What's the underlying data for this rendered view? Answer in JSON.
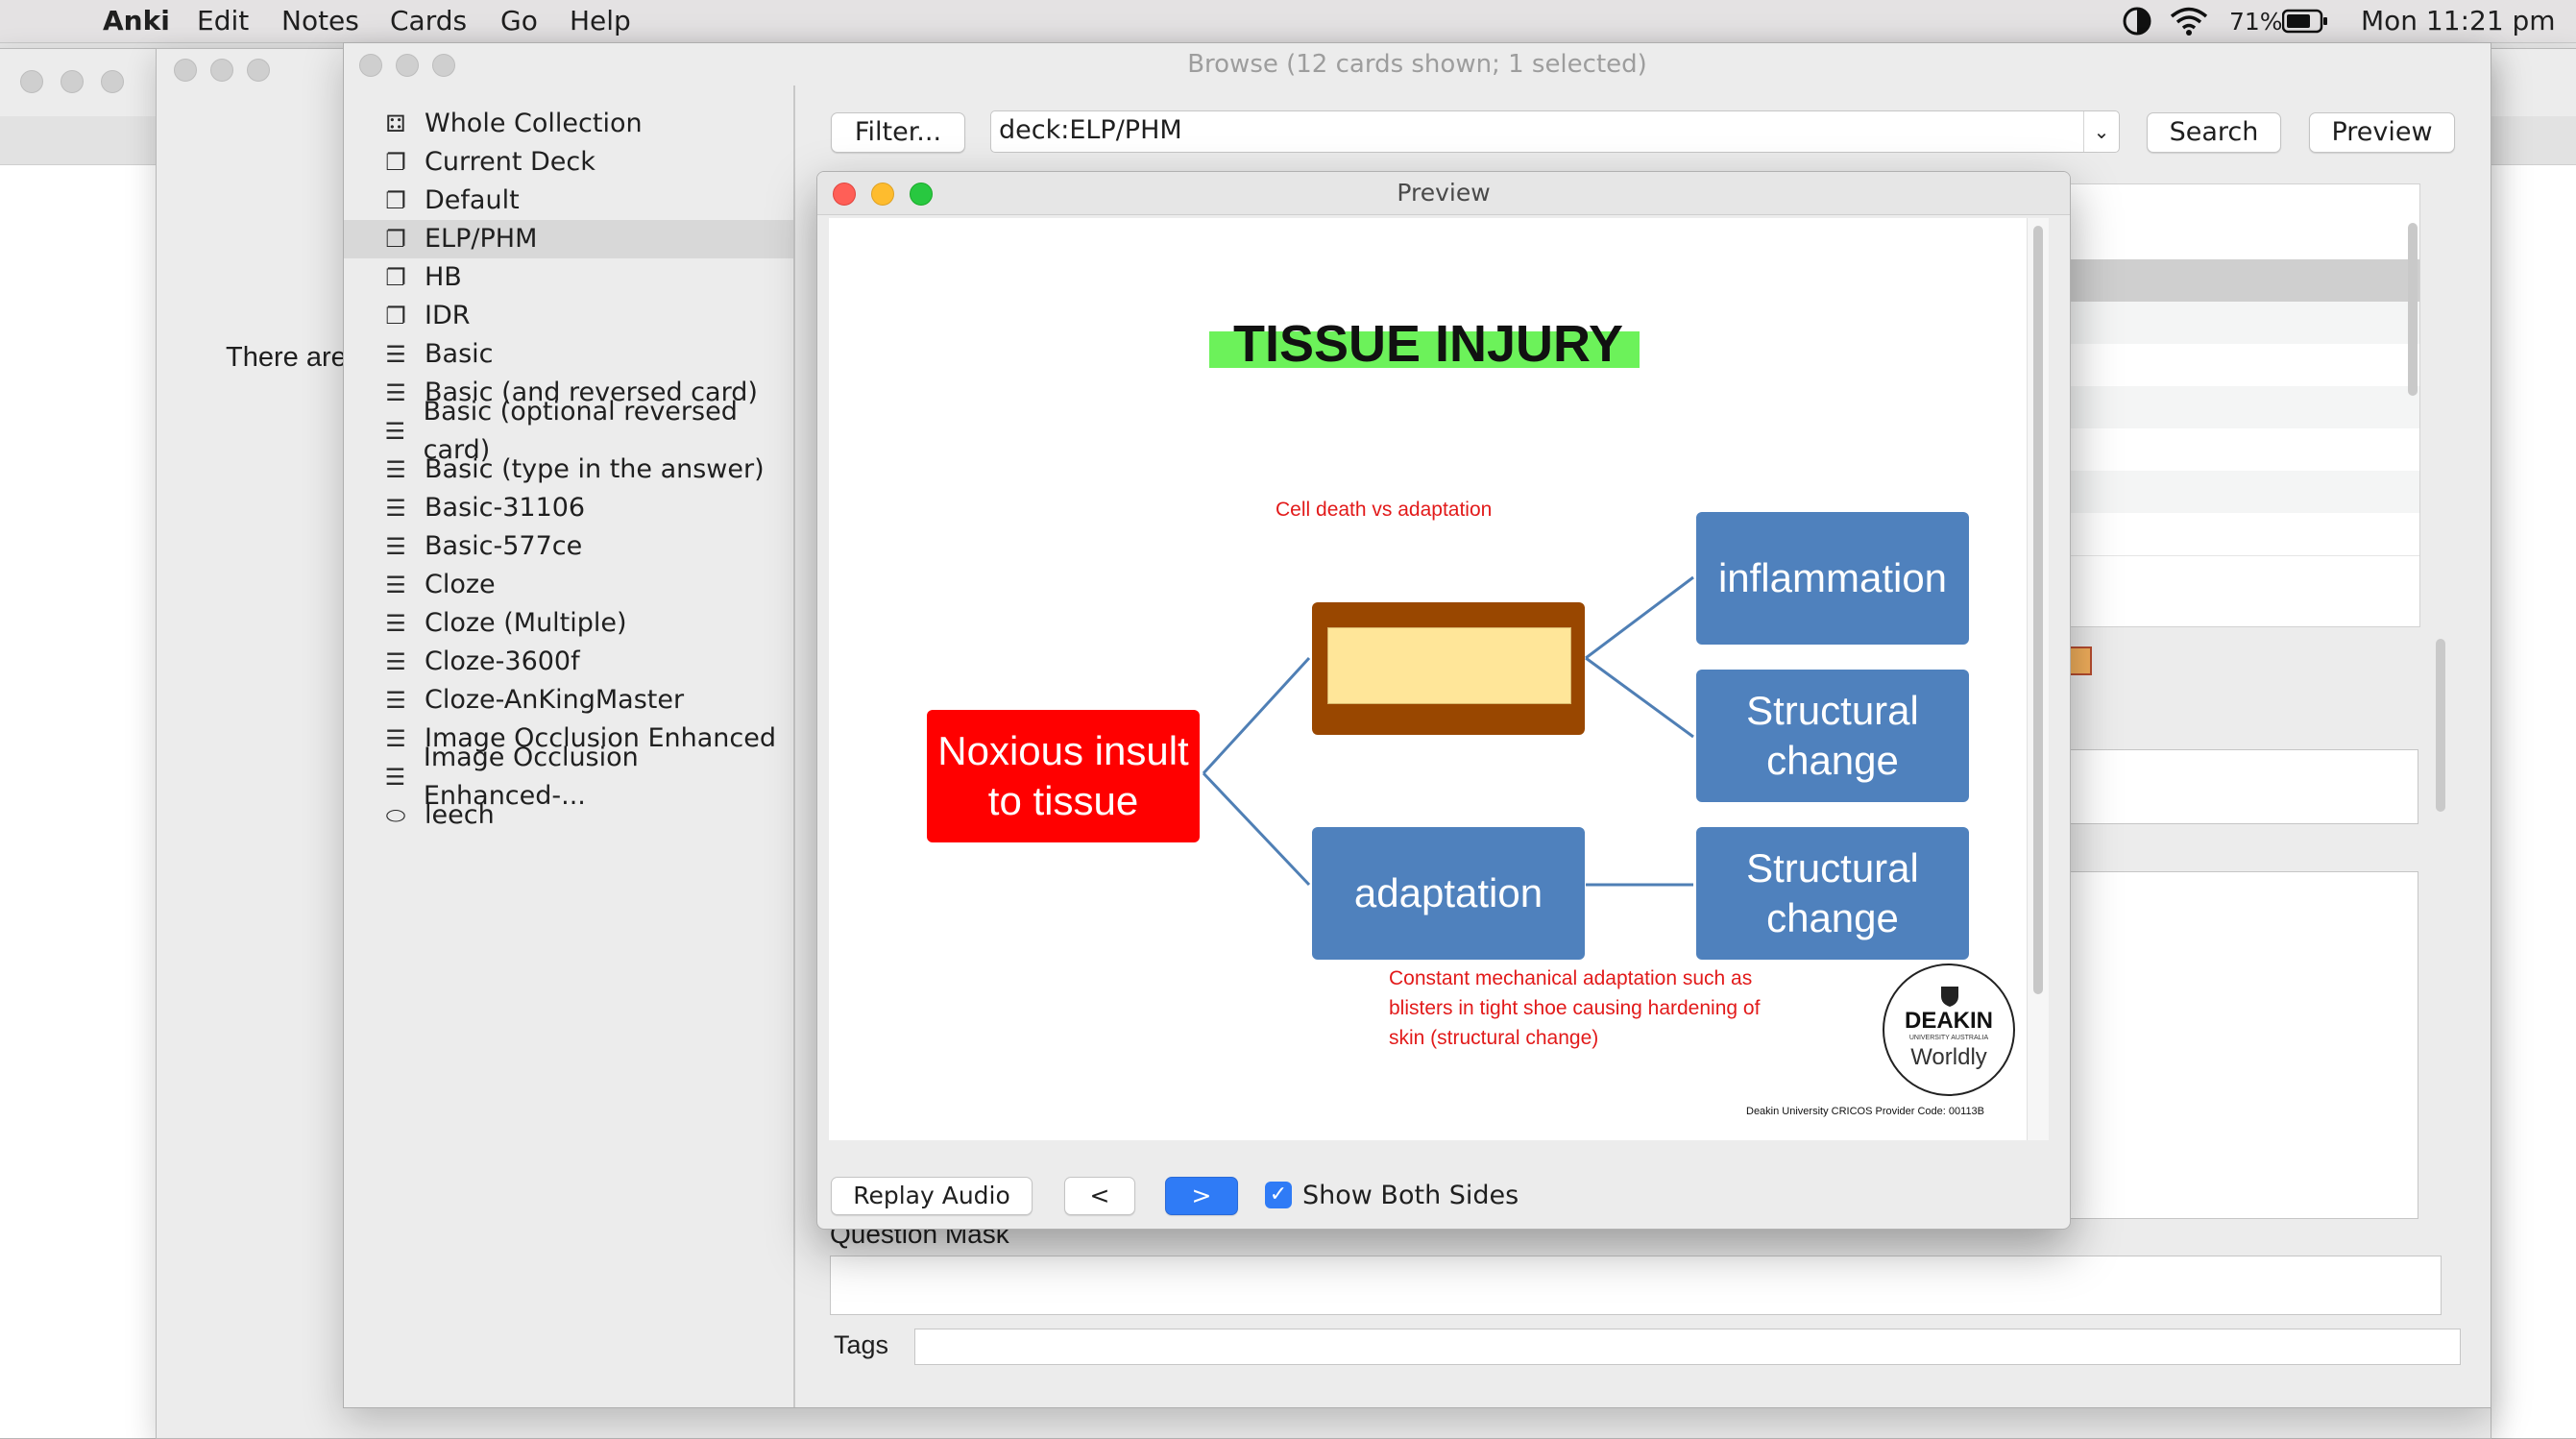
{
  "menubar": {
    "app": "Anki",
    "items": [
      "Edit",
      "Notes",
      "Cards",
      "Go",
      "Help"
    ],
    "battery": "71%",
    "clock": "Mon 11:21 pm"
  },
  "main_window": {
    "partial_text": "There are"
  },
  "browse": {
    "title": "Browse (12 cards shown; 1 selected)",
    "filter_label": "Filter...",
    "search_value": "deck:ELP/PHM",
    "search_button": "Search",
    "preview_button": "Preview",
    "sidebar": [
      {
        "label": "Whole Collection",
        "icon": "collection-icon"
      },
      {
        "label": "Current Deck",
        "icon": "deck-icon"
      },
      {
        "label": "Default",
        "icon": "deck-icon"
      },
      {
        "label": "ELP/PHM",
        "icon": "deck-icon",
        "selected": true
      },
      {
        "label": "HB",
        "icon": "deck-icon"
      },
      {
        "label": "IDR",
        "icon": "deck-icon"
      },
      {
        "label": "Basic",
        "icon": "note-type-icon"
      },
      {
        "label": "Basic (and reversed card)",
        "icon": "note-type-icon"
      },
      {
        "label": "Basic (optional reversed card)",
        "icon": "note-type-icon"
      },
      {
        "label": "Basic (type in the answer)",
        "icon": "note-type-icon"
      },
      {
        "label": "Basic-31106",
        "icon": "note-type-icon"
      },
      {
        "label": "Basic-577ce",
        "icon": "note-type-icon"
      },
      {
        "label": "Cloze",
        "icon": "note-type-icon"
      },
      {
        "label": "Cloze (Multiple)",
        "icon": "note-type-icon"
      },
      {
        "label": "Cloze-3600f",
        "icon": "note-type-icon"
      },
      {
        "label": "Cloze-AnKingMaster",
        "icon": "note-type-icon"
      },
      {
        "label": "Image Occlusion Enhanced",
        "icon": "note-type-icon"
      },
      {
        "label": "Image Occlusion Enhanced-...",
        "icon": "note-type-icon"
      },
      {
        "label": "leech",
        "icon": "tag-icon"
      }
    ],
    "editor": {
      "question_mask_label": "Question Mask",
      "tags_label": "Tags"
    }
  },
  "preview": {
    "title": "Preview",
    "replay_audio": "Replay Audio",
    "prev": "<",
    "next": ">",
    "show_both_sides": "Show Both Sides",
    "show_both_sides_checked": true,
    "card": {
      "heading": "TISSUE INJURY",
      "subtitle": "Cell death vs adaptation",
      "root": "Noxious insult to tissue",
      "inflammation": "inflammation",
      "structural_change_1": "Structural change",
      "adaptation": "adaptation",
      "structural_change_2": "Structural change",
      "note": "Constant mechanical adaptation such as blisters in tight shoe causing hardening of skin (structural change)",
      "logo_name": "DEAKIN",
      "logo_sub": "UNIVERSITY AUSTRALIA",
      "logo_tag": "Worldly",
      "footer": "Deakin University CRICOS Provider Code: 00113B"
    }
  },
  "colors": {
    "red_node": "#ff0000",
    "blue_node": "#4f81bd",
    "brown_node": "#994700",
    "mask_fill": "#ffe699",
    "highlight": "#6cf25a"
  }
}
